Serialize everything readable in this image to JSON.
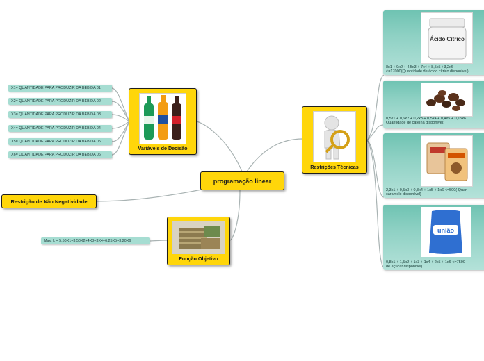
{
  "central": {
    "label": "programação linear"
  },
  "decision": {
    "label": "Variáveis de Decisão",
    "items": [
      "X1= QUANTIDADE PARA PRODUZIR DA BEBIDA 01",
      "X2= QUANTIDADE PARA PRODUZIR DA BEBIDA 02",
      "X3= QUANTIDADE PARA PRODUZIR DA BEBIDA 03",
      "X4= QUANTIDADE PARA PRODUZIR DA BEBIDA 04",
      "X5= QUANTIDADE PARA PRODUZIR DA BEBIDA 05",
      "X6= QUANTIDADE PARA PRODUZIR DA BEBIDA 06"
    ]
  },
  "non_negativity": {
    "label": "Restrição de Não Negatividade"
  },
  "objective": {
    "label": "Função Objetivo",
    "formula": "Max. L = 5,50X1+3,50X2+4X3+3X4+6,25X5+3,20X6"
  },
  "technical": {
    "label": "Restrições Técnicas",
    "constraints": [
      {
        "image_label": "Ácido Cítrico",
        "text": "8x1 + 9x2 + 4,5x3 + 7x4 + 8,5x5 +3,2x6\n<=17000(Quantidade de ácido cítrico disponível)"
      },
      {
        "image_label": "",
        "text": "0,5x1 + 0,6x2 + 0,2x3 + 0,5x4 + 0,4x5 + 0,15x6\nQuantidade de cafeína disponível)"
      },
      {
        "image_label": "",
        "text": "2,3x1 + 0,5x3 + 0,3x4 + 1x5 + 1x6 <=500( Quan\ncaramelo disponível)"
      },
      {
        "image_label": "união",
        "text": "0,8x1 + 1,5x2 + 1x3 + 1x4 + 2x5 + 1x6 <=7500\nde açúcar disponível)"
      }
    ]
  },
  "colors": {
    "node_fill": "#ffd60a",
    "leaf_fill": "#a6ddd2",
    "technical_fill": "#8fd1c4",
    "link": "#a9b3b3"
  }
}
